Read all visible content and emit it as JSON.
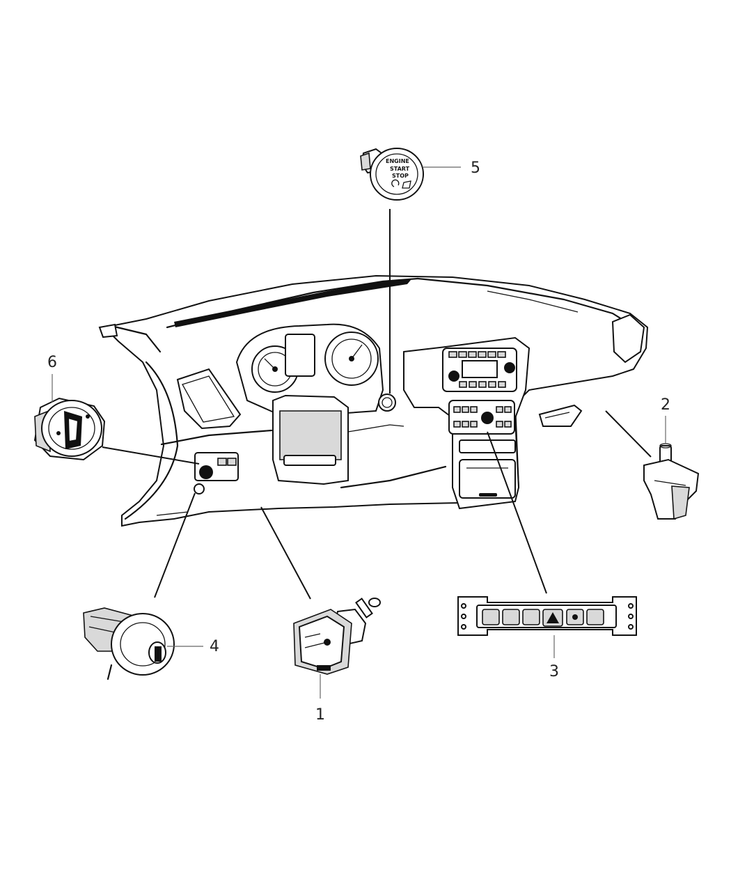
{
  "callouts": {
    "c1": "1",
    "c2": "2",
    "c3": "3",
    "c4": "4",
    "c5": "5",
    "c6": "6"
  },
  "start_button": {
    "line1": "ENGINE",
    "line2": "START",
    "line3": "STOP"
  }
}
